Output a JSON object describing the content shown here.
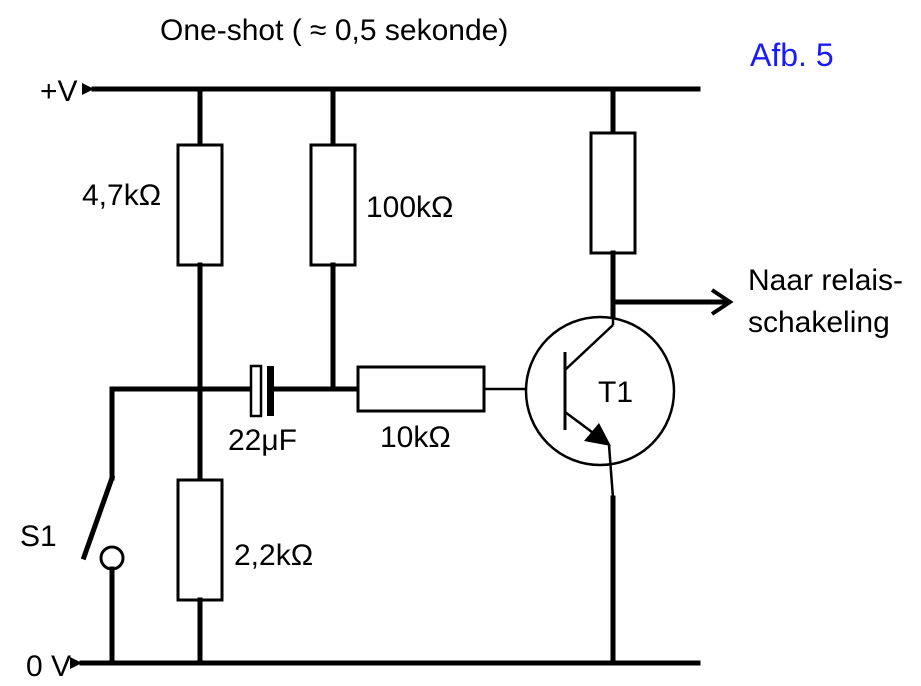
{
  "title": "One-shot ( ≈ 0,5 sekonde)",
  "figure_label": "Afb. 5",
  "figure_label_color": "#1a1aff",
  "rails": {
    "positive": "+V",
    "ground": "0 V"
  },
  "components": {
    "r1": "4,7kΩ",
    "r2": "100kΩ",
    "r3": "2,2kΩ",
    "r4": "10kΩ",
    "c1": "22μF",
    "switch": "S1",
    "transistor": "T1"
  },
  "output": {
    "line1": "Naar relais-",
    "line2": "schakeling"
  }
}
